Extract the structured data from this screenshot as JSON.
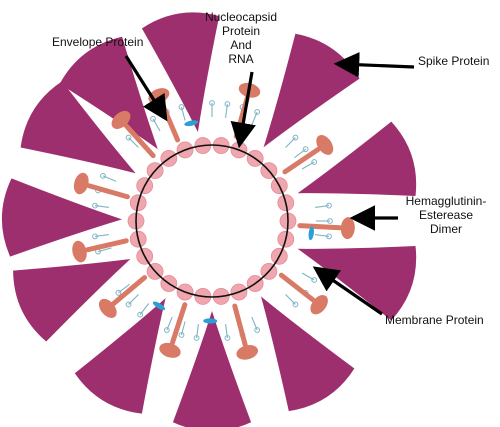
{
  "labels": {
    "envelope": "Envelope Protein",
    "nucleocapsid": [
      "Nucleocapsid",
      "Protein",
      "And",
      "RNA"
    ],
    "spike": "Spike Protein",
    "hemagglutinin": [
      "Hemagglutinin-",
      "Esterease",
      "Dimer"
    ],
    "membrane": "Membrane Protein"
  },
  "colors": {
    "spike": "#9e2f6e",
    "bead": "#f0a6ae",
    "bead_stroke": "#e58a95",
    "he_dimer": "#d97a66",
    "lipid": "#7fb4c4",
    "envelope_protein": "#2b9fd6",
    "arrow": "#000000"
  }
}
